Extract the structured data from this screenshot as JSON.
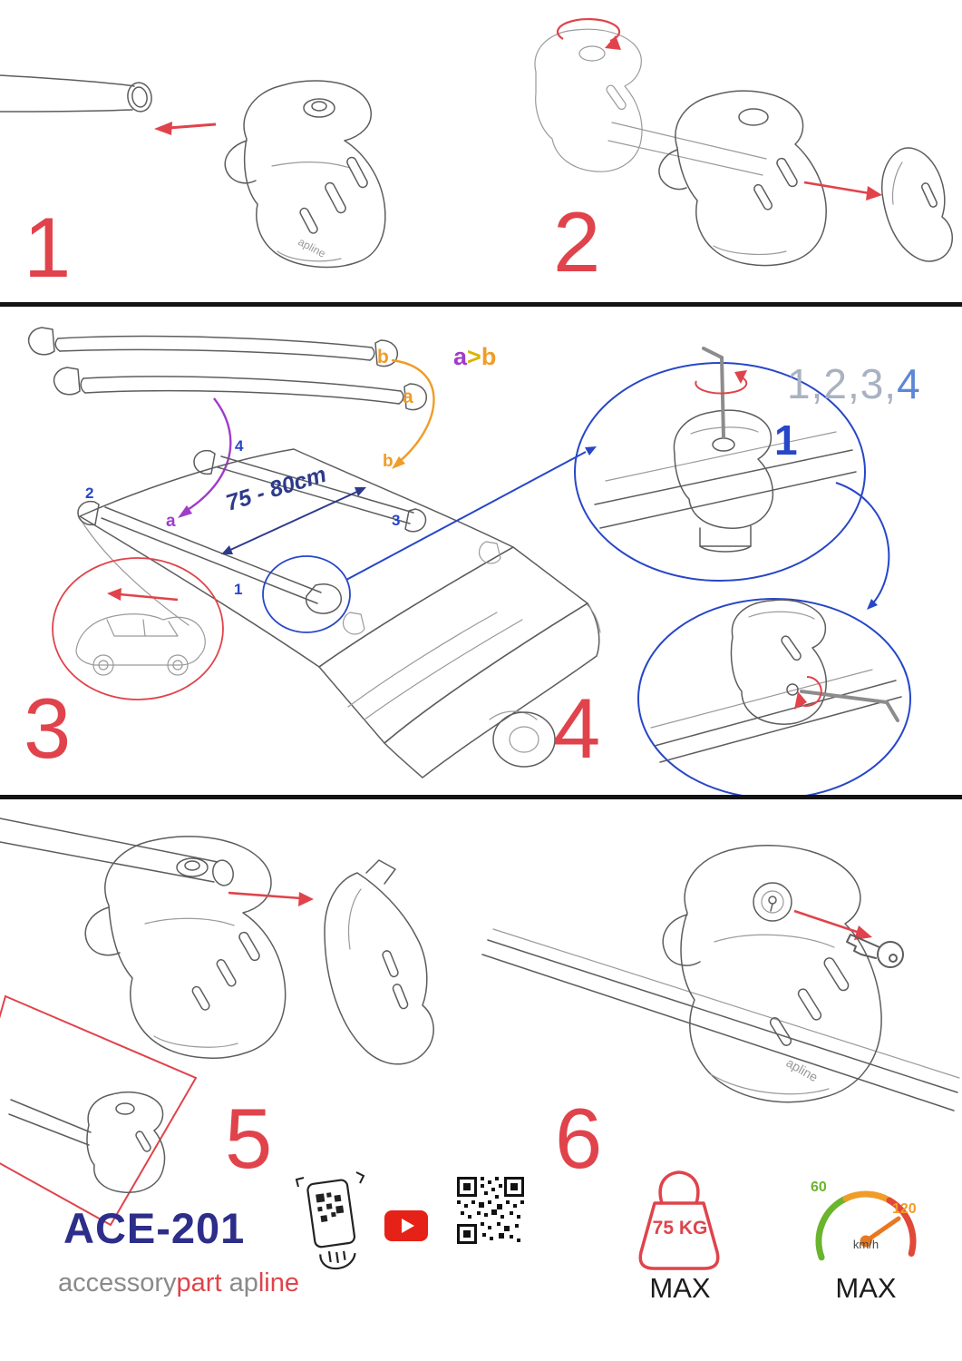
{
  "steps": {
    "n1": "1",
    "n2": "2",
    "n3": "3",
    "n4": "4",
    "n5": "5",
    "n6": "6"
  },
  "parts_diagram": {
    "bar_top_label": "b",
    "bar_bottom_label": "a",
    "order": {
      "a": "a",
      "gt": ">",
      "b": "b"
    },
    "sequence_gray": "1,2,3,",
    "sequence_blue": "4",
    "roof": {
      "pos1": "1",
      "pos2": "2",
      "pos3": "3",
      "pos4": "4",
      "bar_a": "a",
      "bar_b": "b"
    },
    "measurement": "75 - 80cm",
    "detail_label": "1",
    "foot_brand": "apline"
  },
  "footer": {
    "model": "ACE-201",
    "brand_gray1": "accessory",
    "brand_red1": "part",
    "brand_gray2": "ap",
    "brand_red2": "line",
    "weight_value": "75 KG",
    "weight_max": "MAX",
    "speed_min": "60",
    "speed_max_value": "120",
    "speed_unit": "km/h",
    "speed_max": "MAX"
  },
  "colors": {
    "step_red": "#e0434b",
    "blue": "#2746c8",
    "sky": "#5b87d6",
    "navy": "#2d3a8c",
    "deep_navy": "#2d2d8a",
    "purple": "#a03cc8",
    "orange": "#f09c28",
    "yellow": "#d8b400",
    "green": "#6ab42e",
    "gray": "#a9b2c0",
    "brand_gray": "#8a8a8a",
    "ink": "#1c1c1c"
  }
}
